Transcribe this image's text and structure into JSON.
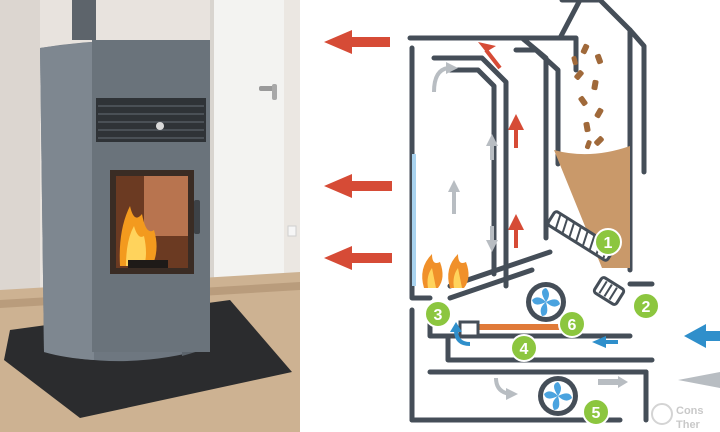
{
  "photo": {
    "description_icons": [
      "pellet-stove-photo",
      "flame-icon"
    ],
    "colors": {
      "wall": "#e7e2dd",
      "floor": "#c9ad8d",
      "stove_body": "#6d767e",
      "floor_plate": "#2a2b2d",
      "door_frame": "#f2f2f0",
      "fire": "#f39a1e"
    }
  },
  "diagram": {
    "colors": {
      "wall_line": "#454e58",
      "hot_arrow": "#d64b36",
      "cold_arrow": "#2f8fcb",
      "grey_arrow": "#b8bdc2",
      "badge": "#8cc63f",
      "pellet": "#a0693a",
      "hopper_fill": "#c9996a",
      "fan": "#4aa3df",
      "glass": "#a9d3ef",
      "flame_orange": "#f0902a",
      "burner_bar": "#e07a39"
    },
    "callouts": [
      {
        "id": "auger-screw",
        "number": "1"
      },
      {
        "id": "motor-reducer",
        "number": "2"
      },
      {
        "id": "burner-pot",
        "number": "3"
      },
      {
        "id": "air-inlet-duct",
        "number": "4"
      },
      {
        "id": "smoke-extractor-fan",
        "number": "5"
      },
      {
        "id": "convection-fan",
        "number": "6"
      }
    ],
    "logo": {
      "line1": "Cons",
      "line2": "Ther"
    }
  }
}
